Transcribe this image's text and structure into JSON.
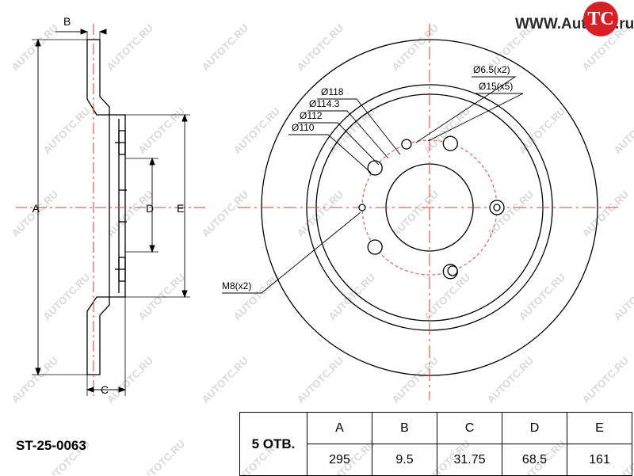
{
  "brand": {
    "prefix": "WWW.Auto",
    "mark": "TC",
    "suffix": ".ru"
  },
  "watermark": "AUTOTC.RU",
  "part_number": "ST-25-0063",
  "holes_label": "5 ОТВ.",
  "side_view_labels": {
    "a": "A",
    "b": "B",
    "c": "C",
    "d": "D",
    "e": "E"
  },
  "front_view_labels": {
    "d118": "Ø118",
    "d114": "Ø114.3",
    "d112": "Ø112",
    "d110": "Ø110",
    "holes_small": "Ø6.5(x2)",
    "holes_large": "Ø15(x5)",
    "threaded": "M8(x2)"
  },
  "spec_table": {
    "headers": [
      "A",
      "B",
      "C",
      "D",
      "E"
    ],
    "values": [
      "295",
      "9.5",
      "31.75",
      "68.5",
      "161"
    ]
  },
  "colors": {
    "centerline": "#e8343a",
    "pcd_circle": "#e06060",
    "logo_red": "#d81f26",
    "watermark": "#d9d9d9"
  }
}
